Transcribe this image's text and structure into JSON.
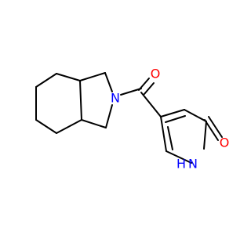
{
  "molecule": {
    "atoms": [
      {
        "id": "N_ring",
        "label": "N",
        "color": "#0000ff"
      },
      {
        "id": "O_carbonyl",
        "label": "O",
        "color": "#ff0000"
      },
      {
        "id": "O_pyridone",
        "label": "O",
        "color": "#ff0000"
      },
      {
        "id": "NH_pyridone",
        "label": "N",
        "h_label": "H",
        "color": "#0000ff"
      }
    ]
  },
  "colors": {
    "bond": "#000000",
    "nitrogen": "#0000ff",
    "oxygen": "#ff0000",
    "background": "#ffffff"
  }
}
